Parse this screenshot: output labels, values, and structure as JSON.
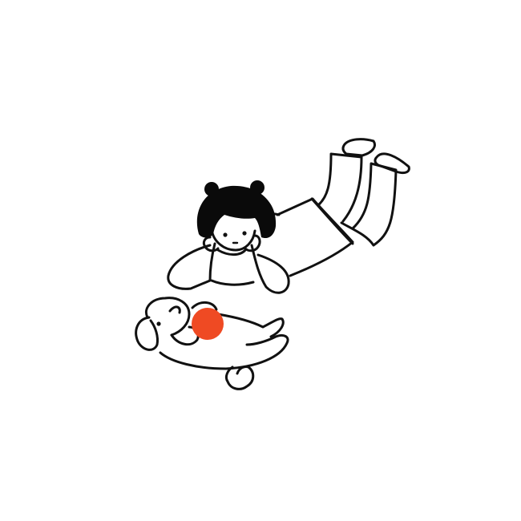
{
  "illustration": {
    "background_color": "#ffffff",
    "line_color": "#111111",
    "ball_color": "#ef4a23",
    "hair_color": "#0a0a0a",
    "subjects": [
      "girl-lying-on-stomach",
      "white-puppy-on-back",
      "orange-ball"
    ]
  }
}
